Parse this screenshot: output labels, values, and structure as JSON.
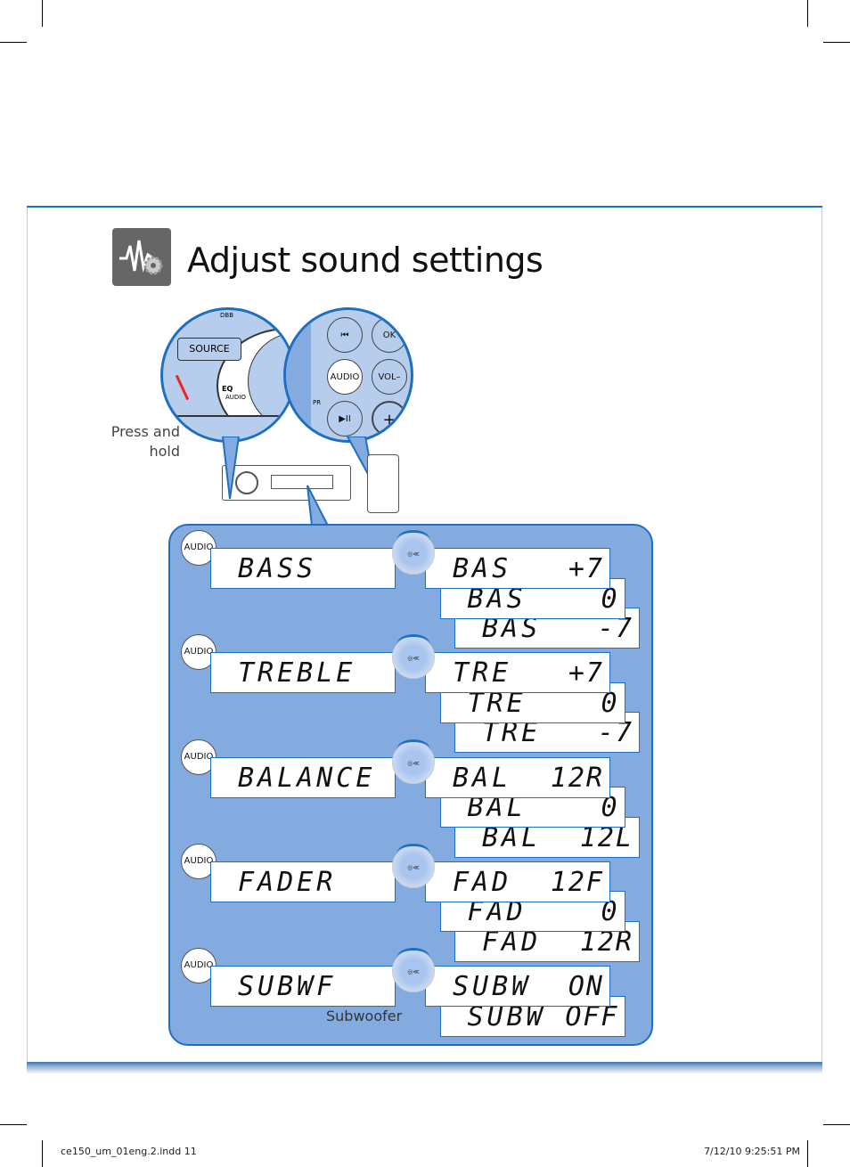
{
  "title": "Adjust sound settings",
  "illustration": {
    "head_unit_labels": {
      "dbb": "DBB",
      "source": "SOURCE",
      "eq": "EQ",
      "audio": "AUDIO"
    },
    "remote_labels": {
      "prev": "⏮",
      "ok": "OK",
      "audio": "AUDIO",
      "vol_minus": "VOL–",
      "play_pause": "▶II",
      "plus": "+",
      "pr": "PR"
    },
    "instruction": "Press and hold"
  },
  "steps": [
    {
      "button": "AUDIO",
      "knob": "◎≪",
      "display": "BASS",
      "values": [
        {
          "label": "BAS",
          "value": "+7"
        },
        {
          "label": "BAS",
          "value": "0"
        },
        {
          "label": "BAS",
          "value": "-7"
        }
      ]
    },
    {
      "button": "AUDIO",
      "knob": "◎≪",
      "display": "TREBLE",
      "values": [
        {
          "label": "TRE",
          "value": "+7"
        },
        {
          "label": "TRE",
          "value": "0"
        },
        {
          "label": "TRE",
          "value": "-7"
        }
      ]
    },
    {
      "button": "AUDIO",
      "knob": "◎≪",
      "display": "BALANCE",
      "values": [
        {
          "label": "BAL",
          "value": "12R"
        },
        {
          "label": "BAL",
          "value": "0"
        },
        {
          "label": "BAL",
          "value": "12L"
        }
      ]
    },
    {
      "button": "AUDIO",
      "knob": "◎≪",
      "display": "FADER",
      "values": [
        {
          "label": "FAD",
          "value": "12F"
        },
        {
          "label": "FAD",
          "value": "0"
        },
        {
          "label": "FAD",
          "value": "12R"
        }
      ]
    },
    {
      "button": "AUDIO",
      "knob": "◎≪",
      "display": "SUBWF",
      "values": [
        {
          "label": "SUBW",
          "value": "ON"
        },
        {
          "label": "SUBW",
          "value": "OFF"
        }
      ]
    }
  ],
  "subwoofer_caption": "Subwoofer",
  "footer": {
    "left": "ce150_um_01eng.2.indd   11",
    "right": "7/12/10   9:25:51 PM"
  },
  "colors": {
    "accent": "#1f6fc1",
    "panel": "#84abdf"
  }
}
